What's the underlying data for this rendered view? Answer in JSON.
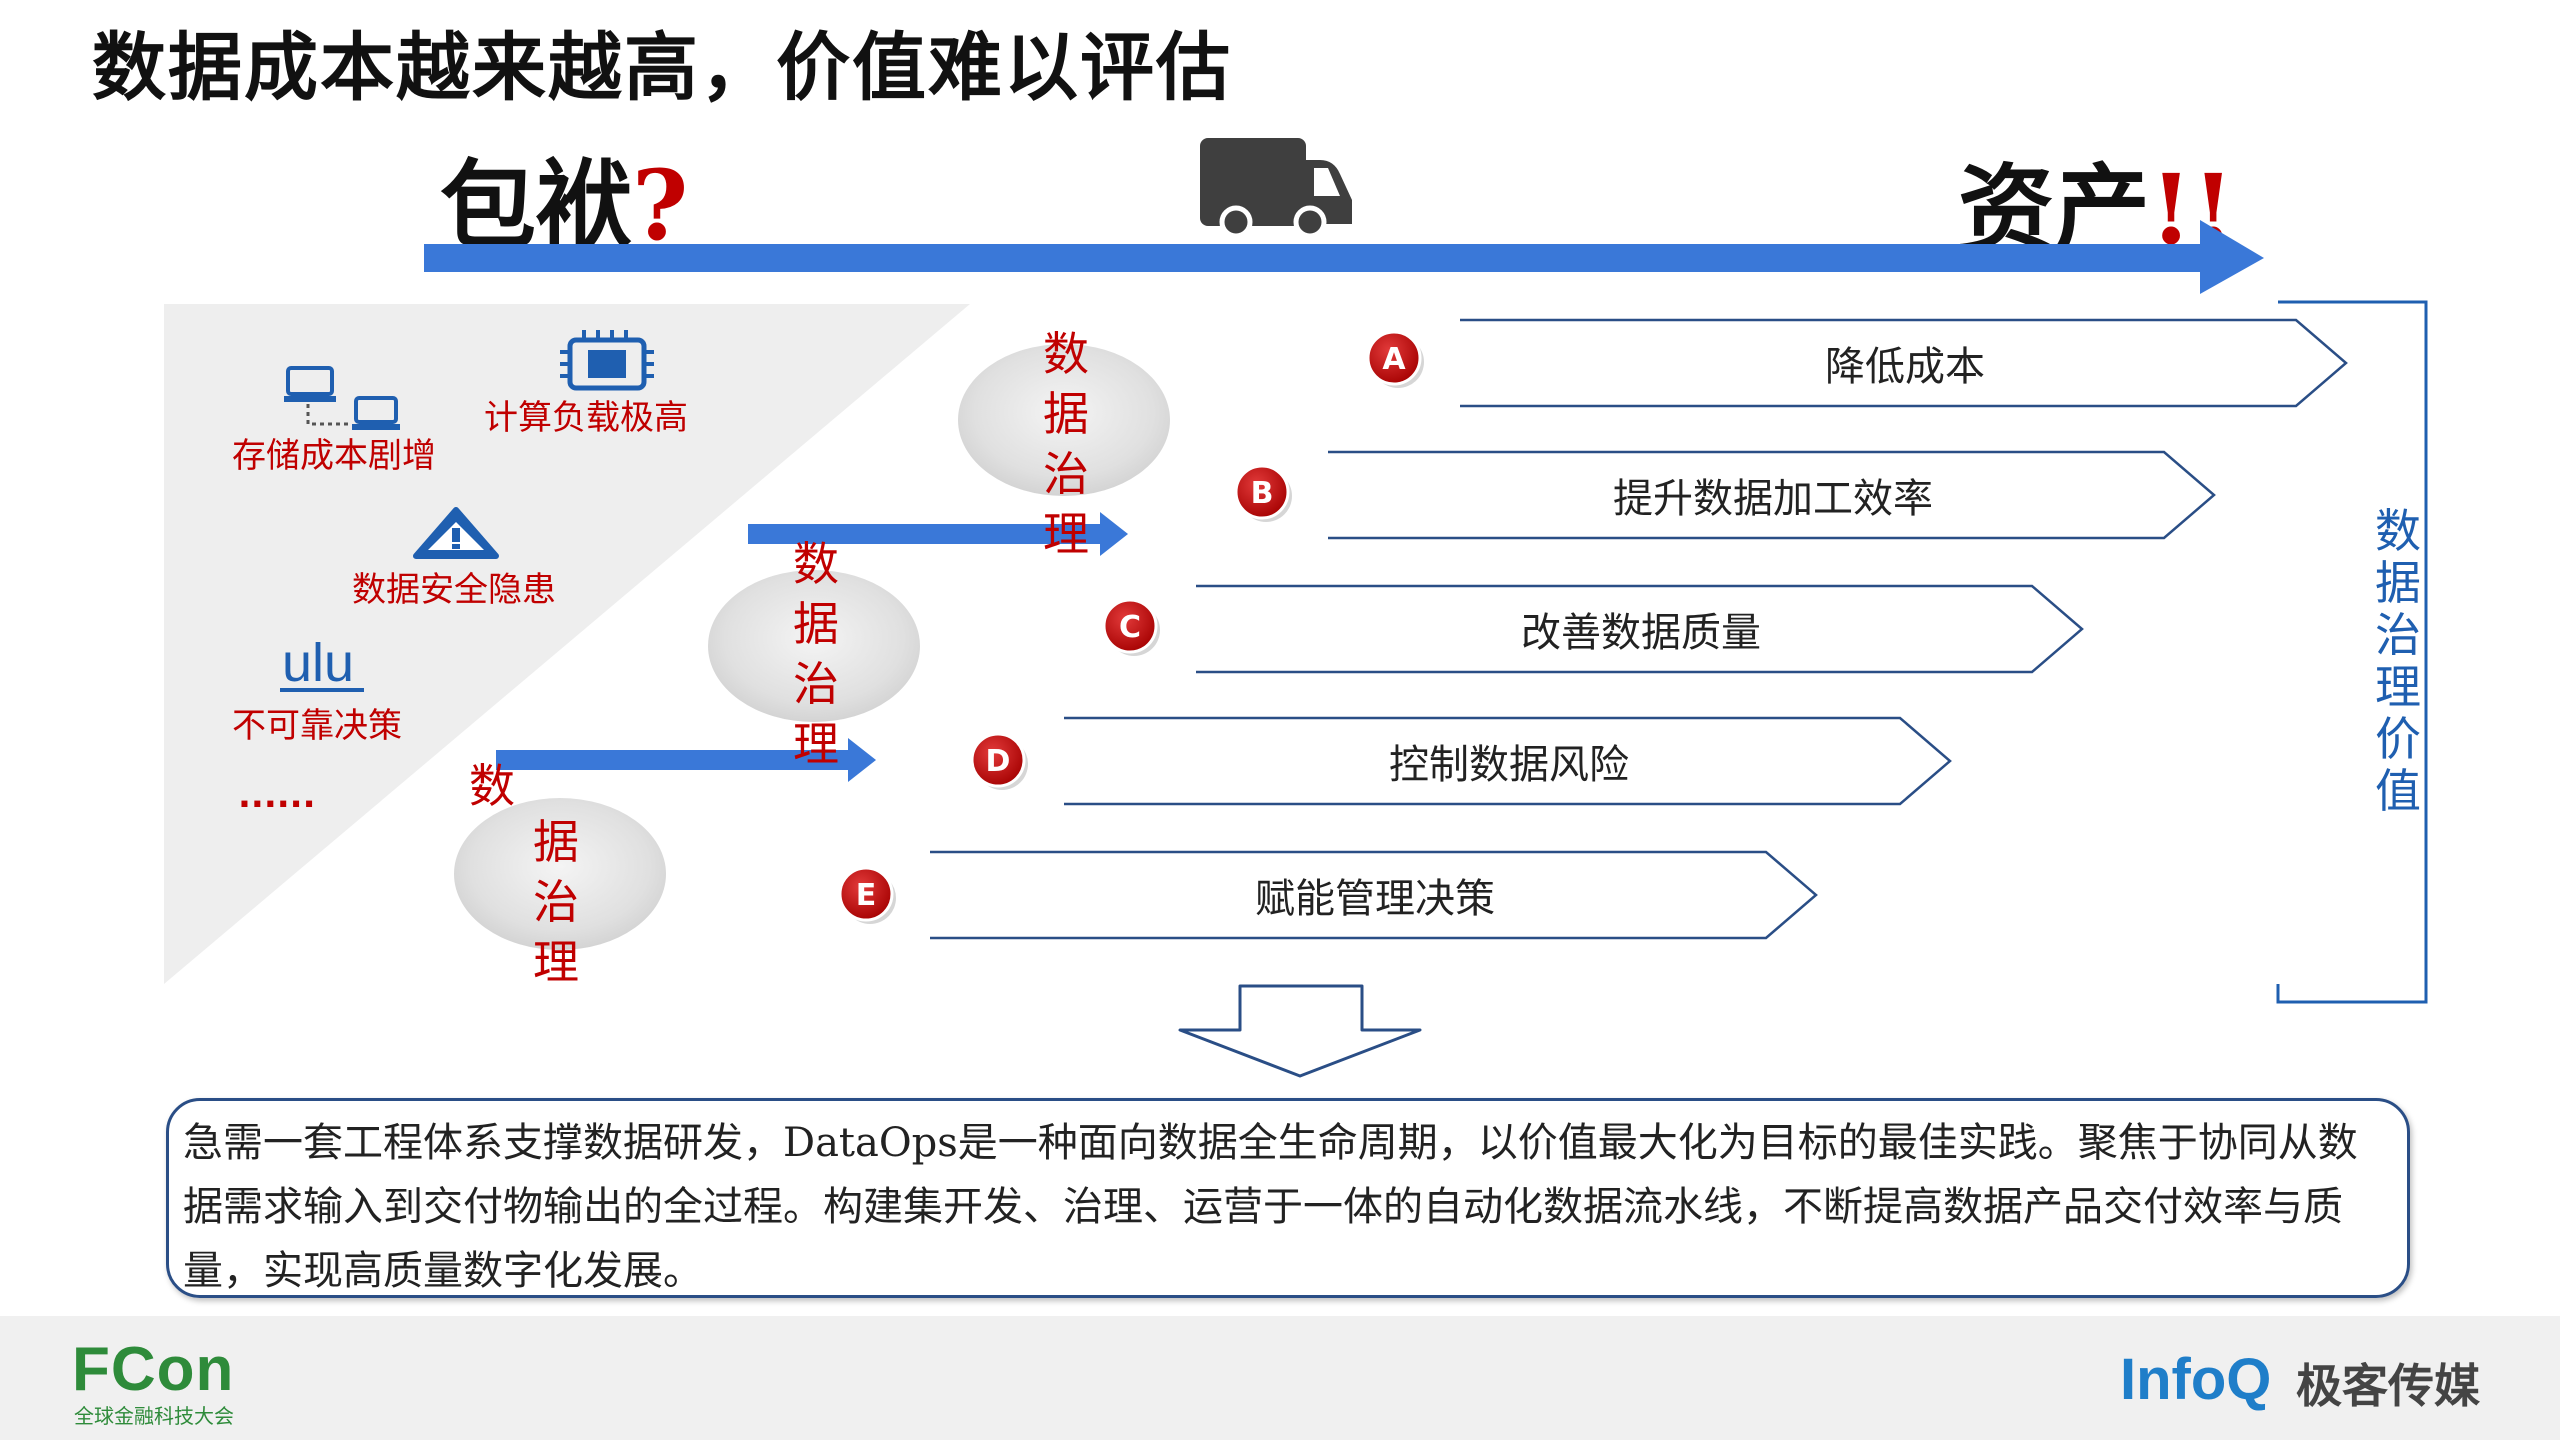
{
  "slide": {
    "title": "数据成本越来越高，价值难以评估",
    "left_word": "包袱",
    "left_mark": "?",
    "right_word": "资产",
    "right_mark": "!",
    "issues": {
      "storage": "存储成本剧增",
      "compute": "计算负载极高",
      "security": "数据安全隐患",
      "decision_icon_text": "ulu",
      "decision": "不可靠决策",
      "more": "......"
    },
    "governance_label": [
      "数",
      "据",
      "治",
      "理"
    ],
    "values": [
      {
        "letter": "A",
        "label": "降低成本"
      },
      {
        "letter": "B",
        "label": "提升数据加工效率"
      },
      {
        "letter": "C",
        "label": "改善数据质量"
      },
      {
        "letter": "D",
        "label": "控制数据风险"
      },
      {
        "letter": "E",
        "label": "赋能管理决策"
      }
    ],
    "side_value": "数据治理价值",
    "summary": "急需一套工程体系支撑数据研发，DataOps是一种面向数据全生命周期，以价值最大化为目标的最佳实践。聚焦于协同从数据需求输入到交付物输出的全过程。构建集开发、治理、运营于一体的自动化数据流水线，不断提高数据产品交付效率与质量，实现高质量数字化发展。"
  },
  "footer": {
    "fcon_logo": "FCon",
    "fcon_subtitle": "全球金融科技大会",
    "infoq_logo": "InfoQ",
    "geek_media": "极客传媒"
  },
  "colors": {
    "accent_blue": "#3a78d8",
    "red": "#c00000",
    "dark_blue": "#2a4e86"
  },
  "icons": [
    "truck-icon",
    "computers-icon",
    "chip-icon",
    "warning-icon",
    "down-arrow-icon"
  ]
}
